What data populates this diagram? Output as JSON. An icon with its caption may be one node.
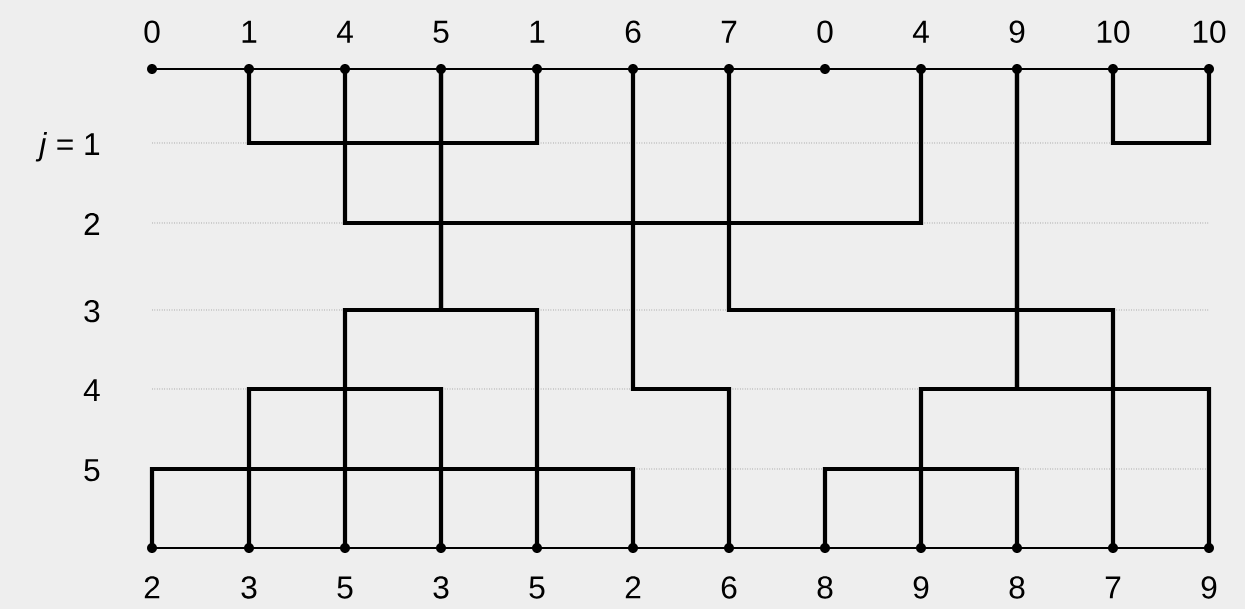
{
  "diagram": {
    "nodes": [
      {
        "text": [
          "0"
        ]
      },
      {
        "text": [
          "1"
        ]
      },
      {
        "text": [
          "4"
        ]
      },
      {
        "text": [
          "5"
        ]
      },
      {
        "text": [
          "1"
        ]
      },
      {
        "text": [
          "6"
        ]
      },
      {
        "text": [
          "7"
        ]
      },
      {
        "text": [
          "0"
        ]
      },
      {
        "text": [
          "4"
        ]
      },
      {
        "text": [
          "9"
        ]
      },
      {
        "text": [
          "10"
        ]
      },
      {
        "text": [
          "10"
        ]
      },
      {
        "text": [
          "2"
        ]
      },
      {
        "text": [
          "3"
        ]
      },
      {
        "text": [
          "5"
        ]
      },
      {
        "text": [
          "3"
        ]
      },
      {
        "text": [
          "5"
        ]
      },
      {
        "text": [
          "2"
        ]
      },
      {
        "text": [
          "6"
        ]
      },
      {
        "text": [
          "8"
        ]
      },
      {
        "text": [
          "9"
        ]
      },
      {
        "text": [
          "8"
        ]
      },
      {
        "text": [
          "7"
        ]
      },
      {
        "text": [
          "9"
        ]
      }
    ],
    "edges": [
      {
        "from": 1,
        "to": 4,
        "arrow": "none"
      },
      {
        "from": 2,
        "to": 8,
        "arrow": "none"
      },
      {
        "from": 10,
        "to": 11,
        "arrow": "none"
      },
      {
        "from": 3,
        "to": 14,
        "arrow": "none"
      },
      {
        "from": 3,
        "to": 16,
        "arrow": "none"
      },
      {
        "from": 5,
        "to": 18,
        "arrow": "none"
      },
      {
        "from": 6,
        "to": 22,
        "arrow": "none"
      },
      {
        "from": 9,
        "to": 20,
        "arrow": "none"
      },
      {
        "from": 9,
        "to": 23,
        "arrow": "none"
      },
      {
        "from": 12,
        "to": 17,
        "arrow": "none"
      },
      {
        "from": 13,
        "to": 15,
        "arrow": "none"
      },
      {
        "from": 19,
        "to": 21,
        "arrow": "none"
      }
    ],
    "labels": [
      "*j* = 1",
      "2",
      "3",
      "4",
      "5"
    ]
  }
}
